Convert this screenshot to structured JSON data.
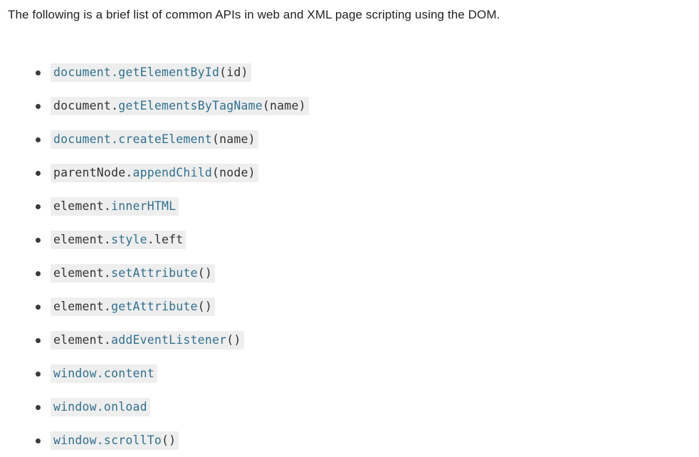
{
  "intro": {
    "text": "The following is a brief list of common APIs in web and XML page scripting using the DOM."
  },
  "colors": {
    "accent": "#31708f",
    "code_text": "#333333",
    "code_background": "#eeeeee",
    "body_text": "#222222",
    "bullet": "#3b3b3b",
    "page_background": "#ffffff"
  },
  "list": {
    "items": [
      {
        "full_text": "document.getElementById(id)",
        "segments": [
          {
            "text": "document.getElementById",
            "style": "accent"
          },
          {
            "text": "(id)",
            "style": "plain"
          }
        ]
      },
      {
        "full_text": "document.getElementsByTagName(name)",
        "segments": [
          {
            "text": "document.",
            "style": "plain"
          },
          {
            "text": "getElementsByTagName",
            "style": "accent"
          },
          {
            "text": "(name)",
            "style": "plain"
          }
        ]
      },
      {
        "full_text": "document.createElement(name)",
        "segments": [
          {
            "text": "document.createElement",
            "style": "accent"
          },
          {
            "text": "(name)",
            "style": "plain"
          }
        ]
      },
      {
        "full_text": "parentNode.appendChild(node)",
        "segments": [
          {
            "text": "parentNode.",
            "style": "plain"
          },
          {
            "text": "appendChild",
            "style": "accent"
          },
          {
            "text": "(node)",
            "style": "plain"
          }
        ]
      },
      {
        "full_text": "element.innerHTML",
        "segments": [
          {
            "text": "element.",
            "style": "plain"
          },
          {
            "text": "innerHTML",
            "style": "accent"
          }
        ]
      },
      {
        "full_text": "element.style.left",
        "segments": [
          {
            "text": "element.",
            "style": "plain"
          },
          {
            "text": "style",
            "style": "accent"
          },
          {
            "text": ".left",
            "style": "plain"
          }
        ]
      },
      {
        "full_text": "element.setAttribute()",
        "segments": [
          {
            "text": "element.",
            "style": "plain"
          },
          {
            "text": "setAttribute",
            "style": "accent"
          },
          {
            "text": "()",
            "style": "plain"
          }
        ]
      },
      {
        "full_text": "element.getAttribute()",
        "segments": [
          {
            "text": "element.",
            "style": "plain"
          },
          {
            "text": "getAttribute",
            "style": "accent"
          },
          {
            "text": "()",
            "style": "plain"
          }
        ]
      },
      {
        "full_text": "element.addEventListener()",
        "segments": [
          {
            "text": "element.",
            "style": "plain"
          },
          {
            "text": "addEventListener",
            "style": "accent"
          },
          {
            "text": "()",
            "style": "plain"
          }
        ]
      },
      {
        "full_text": "window.content",
        "segments": [
          {
            "text": "window.content",
            "style": "accent"
          }
        ]
      },
      {
        "full_text": "window.onload",
        "segments": [
          {
            "text": "window.onload",
            "style": "accent"
          }
        ]
      },
      {
        "full_text": "window.scrollTo()",
        "segments": [
          {
            "text": "window.scrollTo",
            "style": "accent"
          },
          {
            "text": "()",
            "style": "plain"
          }
        ]
      }
    ]
  }
}
